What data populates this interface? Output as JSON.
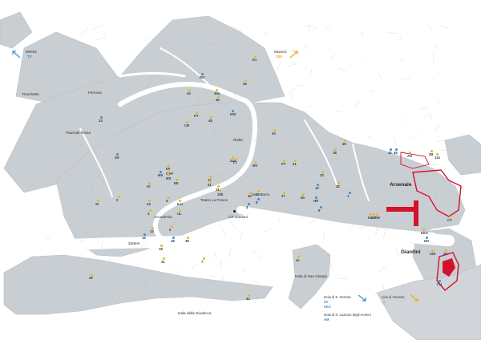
{
  "map": {
    "destinations": {
      "mestre": {
        "name": "Mestre",
        "lines": "TV"
      },
      "murano": {
        "name": "Murano",
        "lines": "13b"
      }
    },
    "places": {
      "tronchetto": "Tronchetto",
      "ferrovia": "Ferrovia",
      "piazzale_roma": "Piazzale Roma",
      "rialto": "Rialto",
      "san_marco": "San Marco",
      "teatro_la_fenice": "Teatro La Fenice",
      "accademia": "Accademia",
      "zattere": "Zattere",
      "ca_goldoni": "Cà' Goldoni",
      "arsenale": "Arsenale",
      "giardini": "Giardini",
      "isola_giudecca": "Isola della Giudecca",
      "isola_san_giorgio": "Isola di San Giorgio"
    },
    "legend": {
      "servolo_name": "Isola di S. Servolo",
      "servolo_lines_1": "SV",
      "servolo_lines_2": "KES",
      "lazzaro_name": "Isola di S. Lazzaro degli Armeni",
      "lazzaro_lines": "AM",
      "lido_name": "Lido di Venezia",
      "lido_lines": "14"
    },
    "line_codes": [
      "E1",
      "25",
      "RO",
      "43",
      "30a",
      "46",
      "KW",
      "PY",
      "CR",
      "4b",
      "23",
      "2H",
      "MX",
      "IO",
      "E9",
      "CAP",
      "MS",
      "EE",
      "SI",
      "24",
      "3",
      "5",
      "ILU",
      "UL",
      "17",
      "41",
      "11",
      "10b",
      "22a",
      "20",
      "38",
      "33",
      "37",
      "4b",
      "40",
      "36",
      "42",
      "45",
      "AD",
      "2B",
      "7",
      "31",
      "6",
      "13",
      "14",
      "18",
      "19",
      "4c",
      "29",
      "4a",
      "2",
      "32",
      "12",
      "HR",
      "9",
      "1",
      "4",
      "8",
      "CI",
      "MX",
      "PW",
      "NZ",
      "KEA",
      "NO",
      "CU",
      "22b",
      "28",
      "CY",
      "LT",
      "MV",
      "PT",
      "21",
      "39",
      "13c",
      "15",
      "16",
      "2b",
      "30"
    ]
  },
  "colors": {
    "land": "#c8cdd2",
    "canal": "#ffffff",
    "highlight": "#d3132b",
    "orange_dot": "#f5b21d",
    "blue_dot": "#3a8fd1"
  }
}
